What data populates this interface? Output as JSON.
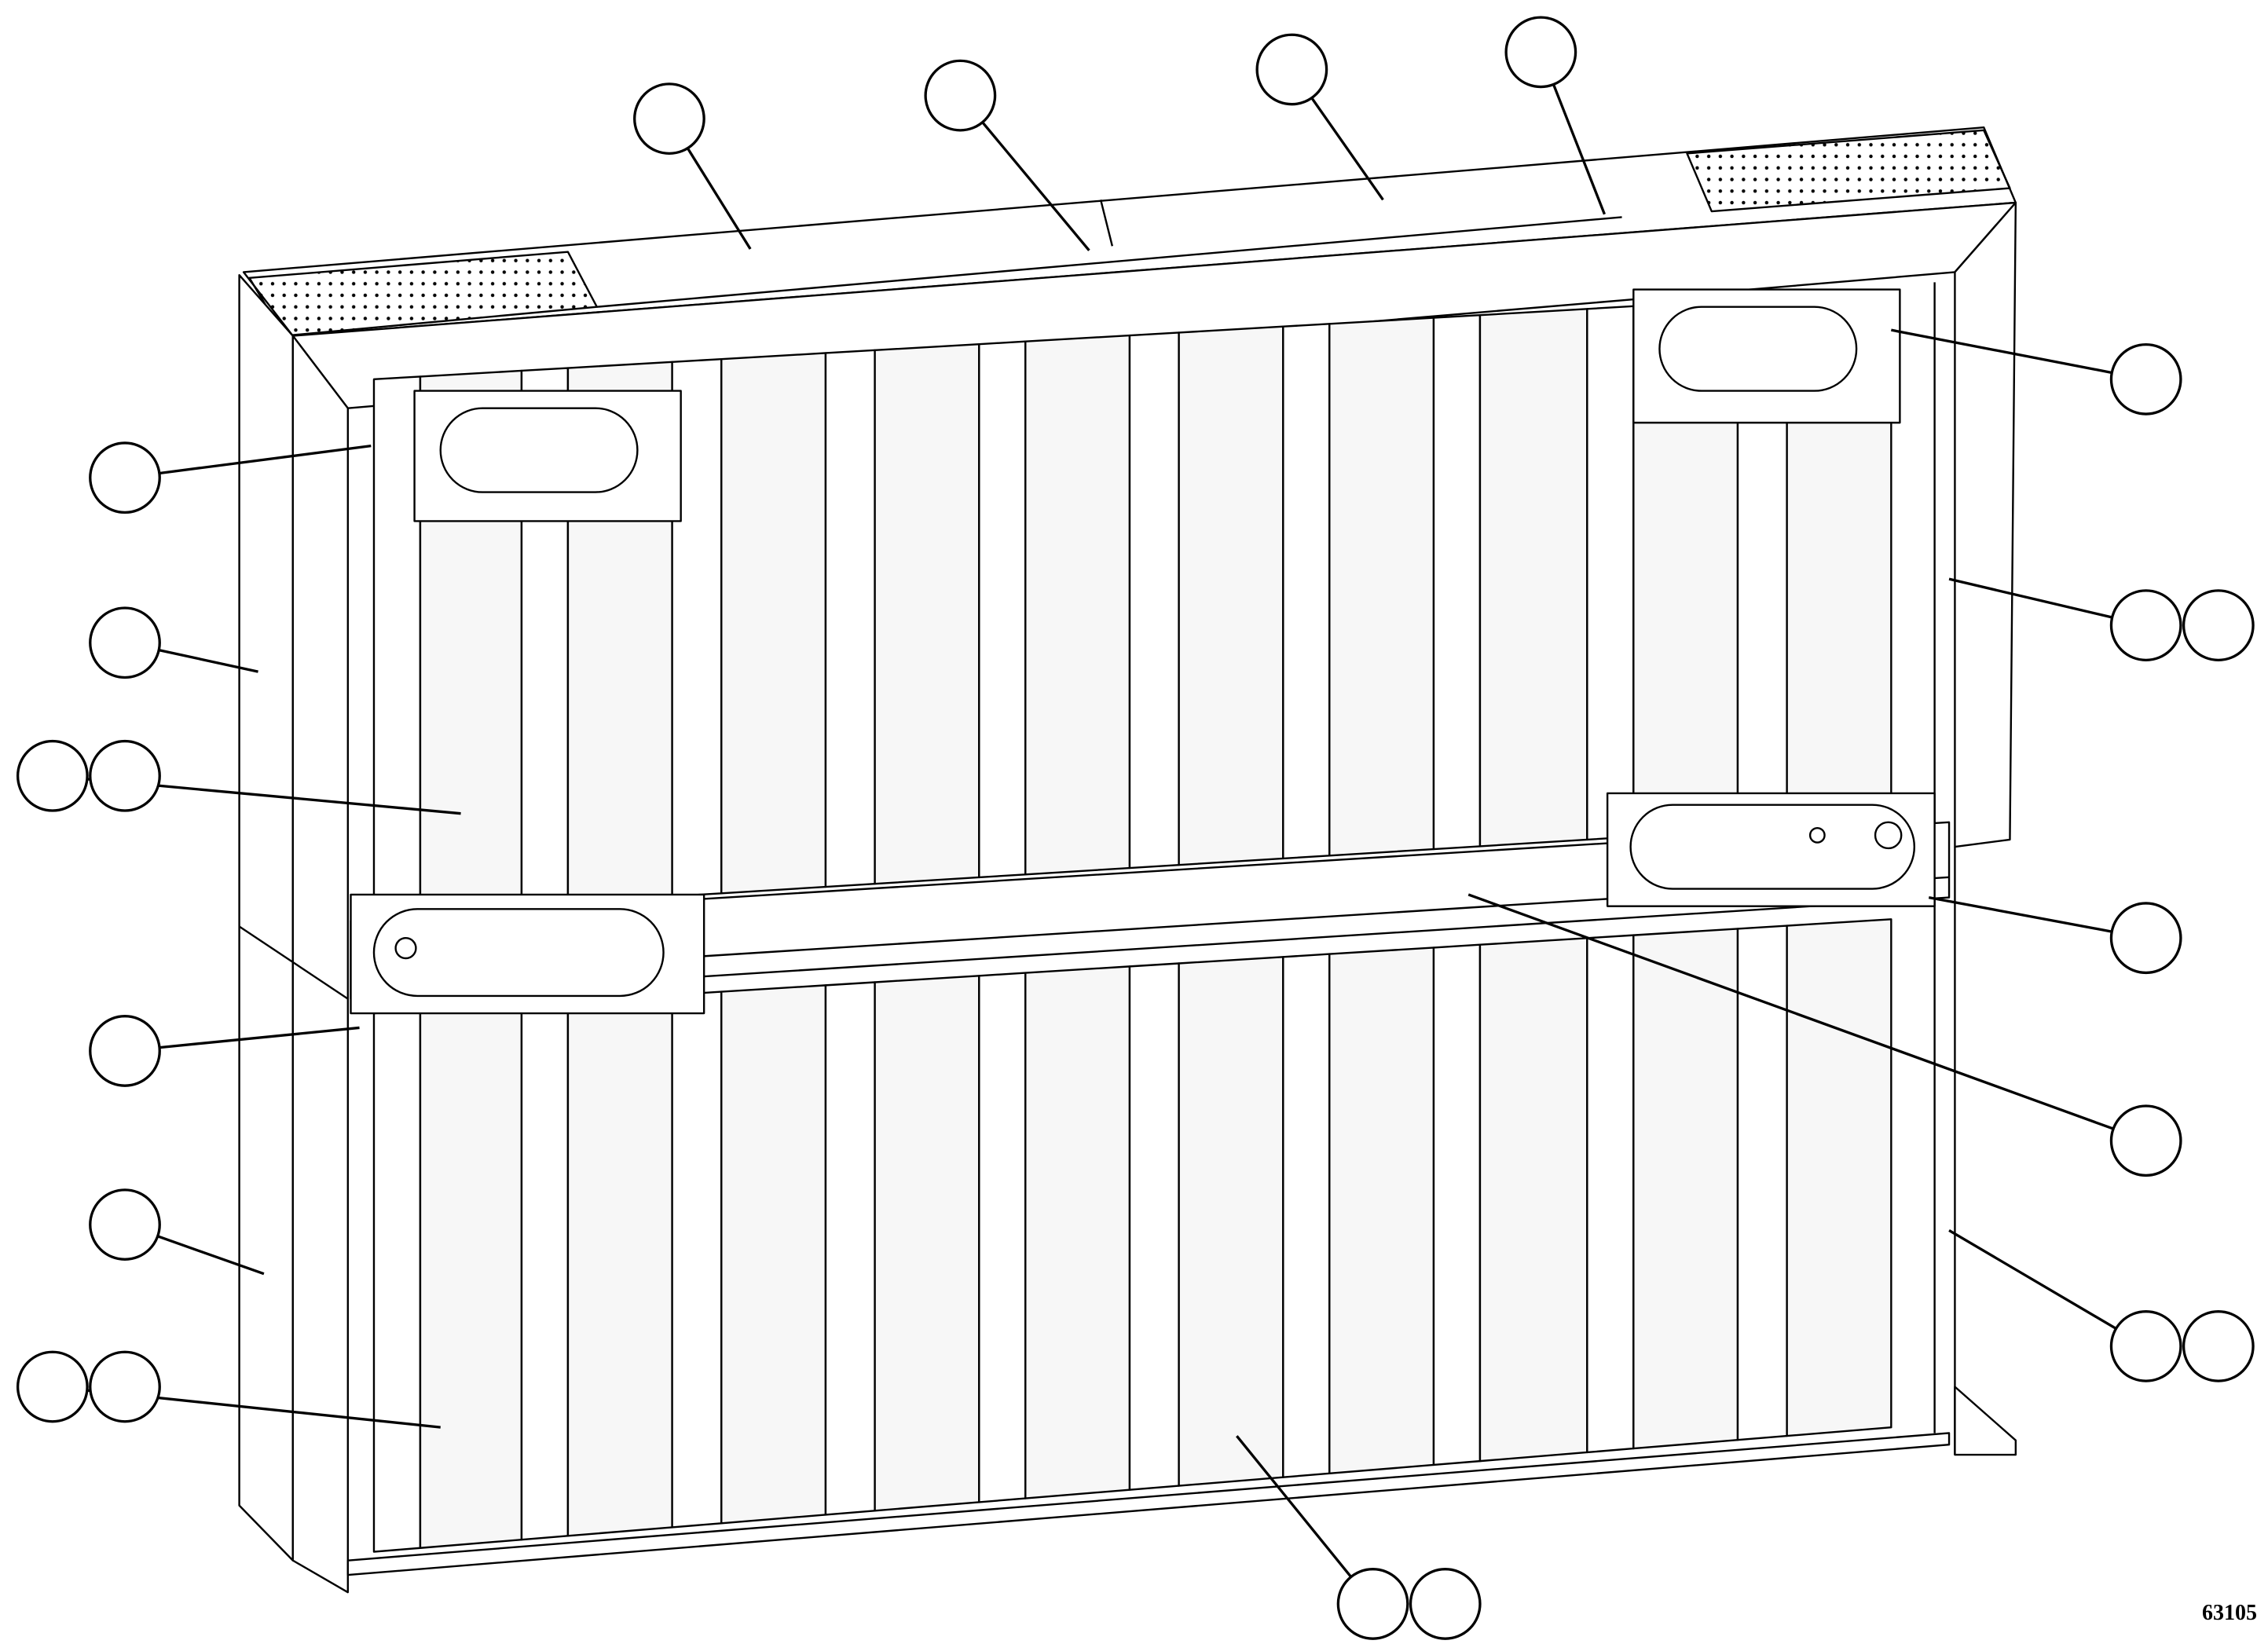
{
  "figure": {
    "drawing_number": "63105",
    "colors": {
      "line": "#000000",
      "panel": "#ffffff",
      "shade": "#f2f2f2"
    },
    "callouts": [
      {
        "id": "top-a"
      },
      {
        "id": "top-b"
      },
      {
        "id": "top-c"
      },
      {
        "id": "top-d"
      },
      {
        "id": "left-upper-corner"
      },
      {
        "id": "left-upper-post"
      },
      {
        "id": "left-upper-panel-pair"
      },
      {
        "id": "left-mid-bracket"
      },
      {
        "id": "left-lower-post"
      },
      {
        "id": "left-lower-panel-pair"
      },
      {
        "id": "right-upper-bracket"
      },
      {
        "id": "right-upper-post-pair"
      },
      {
        "id": "right-mid-bracket"
      },
      {
        "id": "center-beam"
      },
      {
        "id": "right-lower-post-pair"
      },
      {
        "id": "bottom-panel-pair"
      }
    ]
  }
}
